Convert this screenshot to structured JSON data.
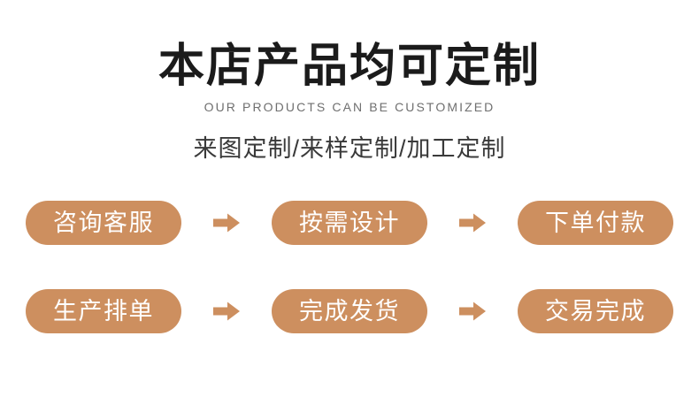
{
  "banner": {
    "background_color": "#ffffff",
    "accent_color": "#cd8f5f",
    "title_color": "#1b1b1b",
    "subtitle_color": "#6f6f6f",
    "pill_text_color": "#ffffff"
  },
  "header": {
    "main_title": "本店产品均可定制",
    "sub_title": "OUR PRODUCTS CAN BE CUSTOMIZED"
  },
  "tagline": "来图定制/来样定制/加工定制",
  "process": {
    "rows": [
      {
        "steps": [
          {
            "label": "咨询客服"
          },
          {
            "label": "按需设计"
          },
          {
            "label": "下单付款"
          }
        ],
        "connector_icon": "arrow-right-icon"
      },
      {
        "steps": [
          {
            "label": "生产排单"
          },
          {
            "label": "完成发货"
          },
          {
            "label": "交易完成"
          }
        ],
        "connector_icon": "arrow-right-icon"
      }
    ]
  }
}
